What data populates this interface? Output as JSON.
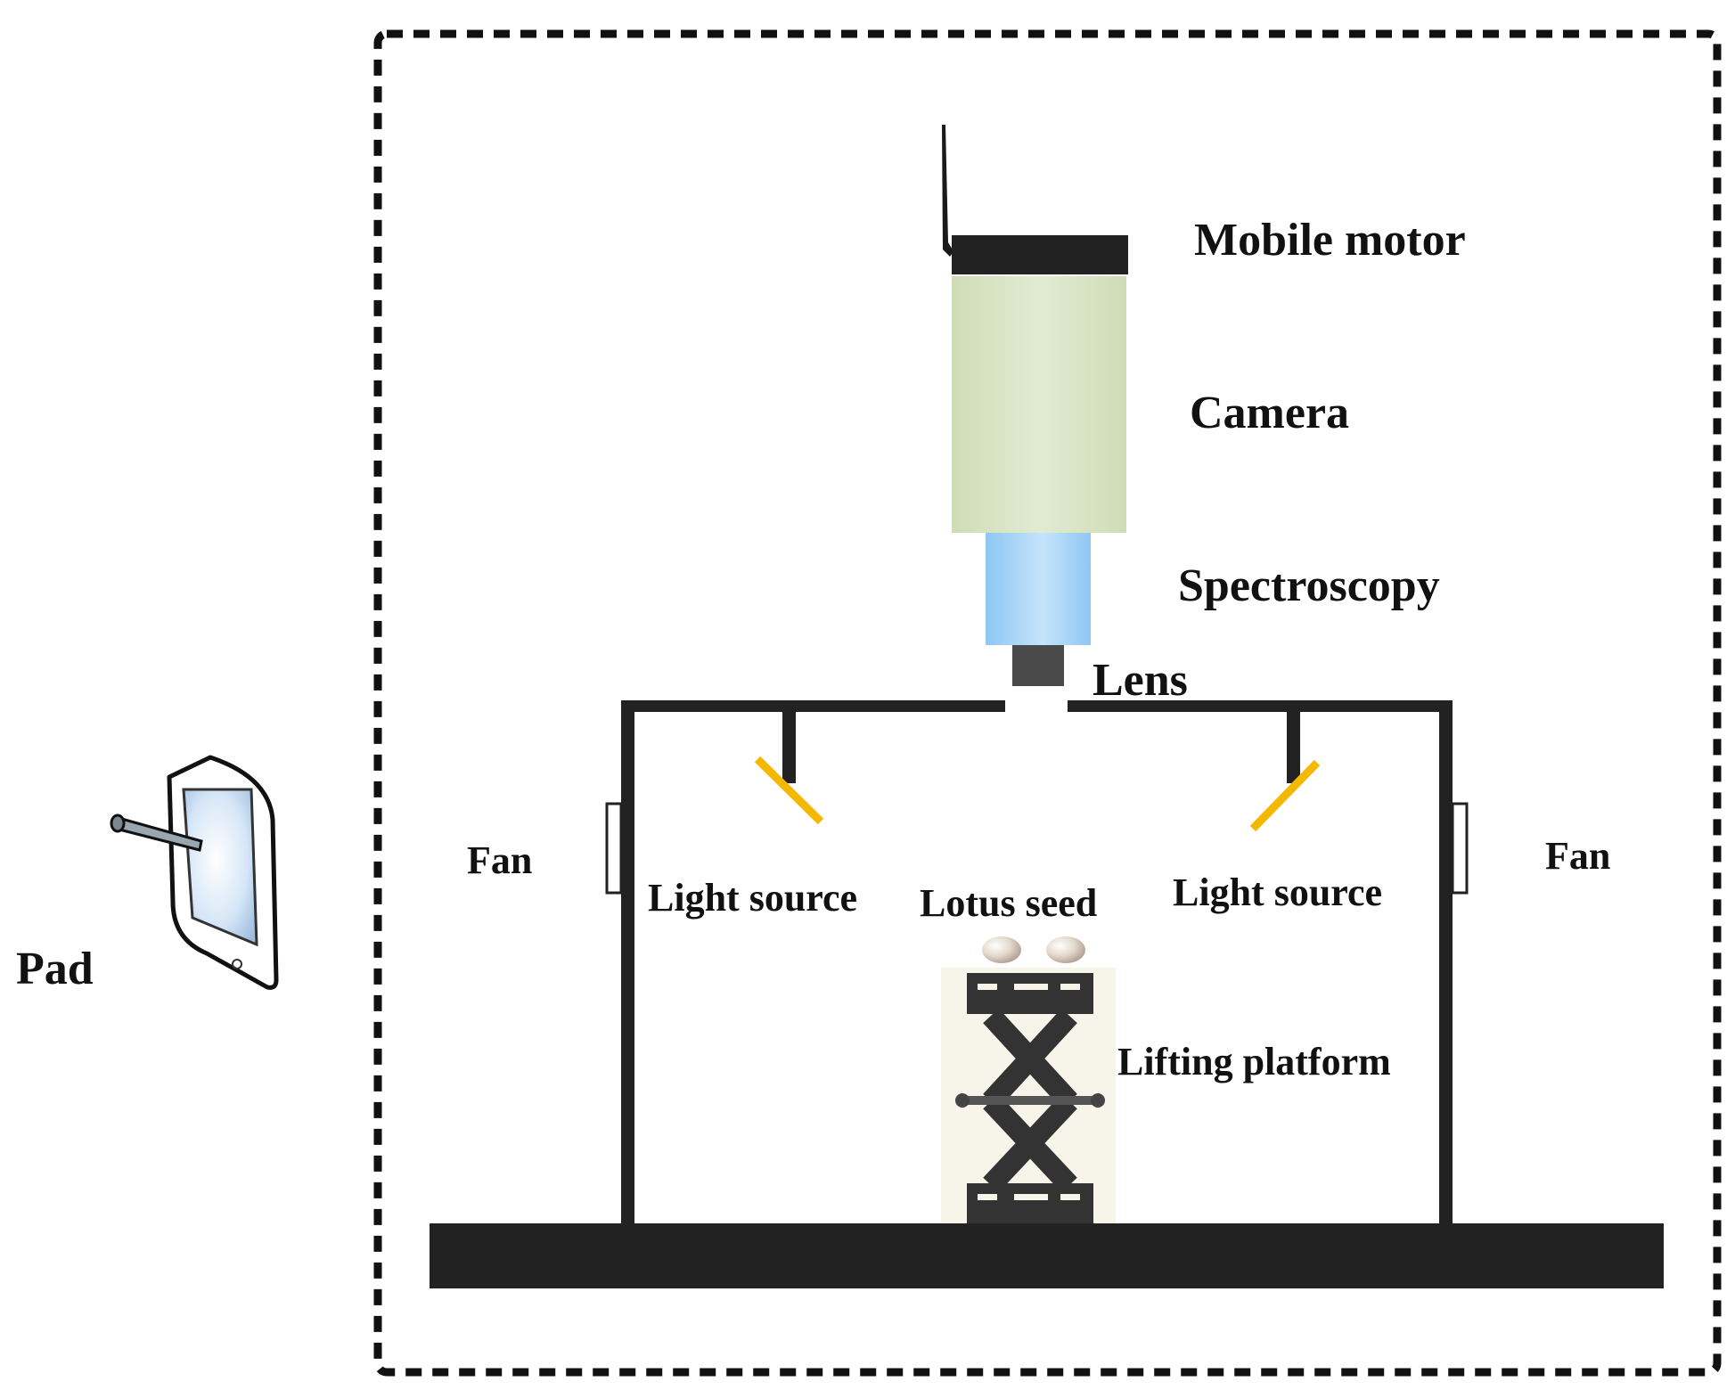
{
  "labels": {
    "mobile_motor": "Mobile motor",
    "camera": "Camera",
    "spectroscopy": "Spectroscopy",
    "lens": "Lens",
    "fan_left": "Fan",
    "fan_right": "Fan",
    "light_source_left": "Light source",
    "light_source_right": "Light source",
    "lotus_seed": "Lotus seed",
    "lifting_platform": "Lifting platform",
    "pad": "Pad"
  },
  "colors": {
    "frame": "#222222",
    "camera_body": "#d9e5c6",
    "spectroscopy_body": "#a8d4f7",
    "lens_body": "#4a4a4a",
    "light_source": "#f5b800",
    "base": "#222222",
    "enclosure_border": "#111111",
    "seed": "#d8cbbd"
  },
  "icons": {
    "pad": "tablet-with-stylus-icon",
    "antenna": "antenna-icon",
    "platform": "scissor-lift-icon"
  }
}
